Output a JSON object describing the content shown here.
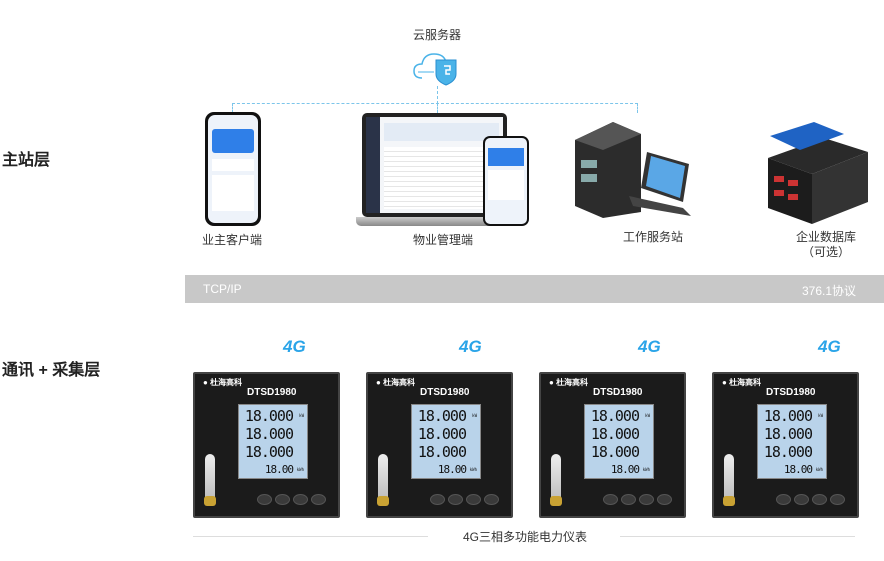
{
  "layers": {
    "master": "主站层",
    "comm": "通讯 + 采集层"
  },
  "cloud": {
    "label": "云服务器",
    "icon": "cloud-shield-icon"
  },
  "devices": [
    {
      "label": "业主客户端",
      "icon": "smartphone-icon"
    },
    {
      "label": "物业管理端",
      "icon": "laptop-icon"
    },
    {
      "label": "工作服务站",
      "icon": "workstation-icon"
    },
    {
      "label": "企业数据库",
      "sub": "（可选）",
      "icon": "database-server-icon"
    }
  ],
  "bus": {
    "left": "TCP/IP",
    "right": "376.1协议"
  },
  "meters": {
    "badge": "4G",
    "model": "DTSD1980",
    "brand": "杜海高科",
    "readings": [
      "18.000",
      "18.000",
      "18.000",
      "18.00"
    ],
    "units": [
      "kW",
      "kWh"
    ],
    "caption": "4G三相多功能电力仪表",
    "count": 4
  }
}
